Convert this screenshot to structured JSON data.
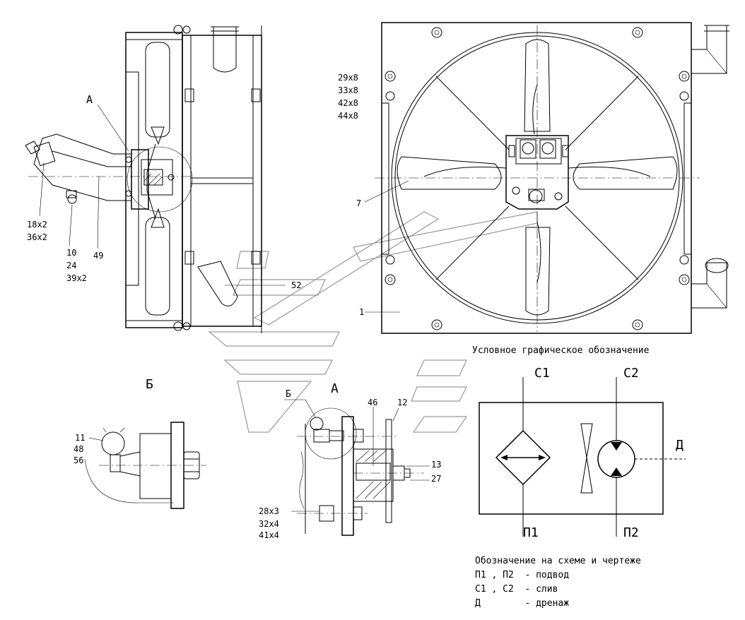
{
  "side_view": {
    "view_label": "А",
    "pos_18": "18х2",
    "pos_36": "36х2",
    "pos_10": "10",
    "pos_24": "24",
    "pos_39": "39х2",
    "pos_49": "49",
    "pos_52": "52"
  },
  "front_view": {
    "holes_1": "29х8",
    "holes_2": "33х8",
    "holes_3": "42х8",
    "holes_4": "44х8",
    "pos_7": "7",
    "pos_1": "1"
  },
  "detail_b": {
    "title": "Б",
    "pos_11": "11",
    "pos_48": "48",
    "pos_56": "56"
  },
  "detail_a": {
    "title": "А",
    "ref_b": "Б",
    "pos_46": "46",
    "pos_12": "12",
    "pos_13": "13",
    "pos_27": "27",
    "pos_28": "28х3",
    "pos_32": "32х4",
    "pos_41": "41х4"
  },
  "symbol": {
    "caption": "Условное графическое обозначение",
    "c1": "С1",
    "c2": "С2",
    "p1": "П1",
    "p2": "П2",
    "d": "Д"
  },
  "legend": {
    "title": "Обозначение на схеме и чертеже",
    "row1": "П1 , П2  - подвод",
    "row2": "С1 , С2  - слив",
    "row3": "Д        - дренаж"
  }
}
